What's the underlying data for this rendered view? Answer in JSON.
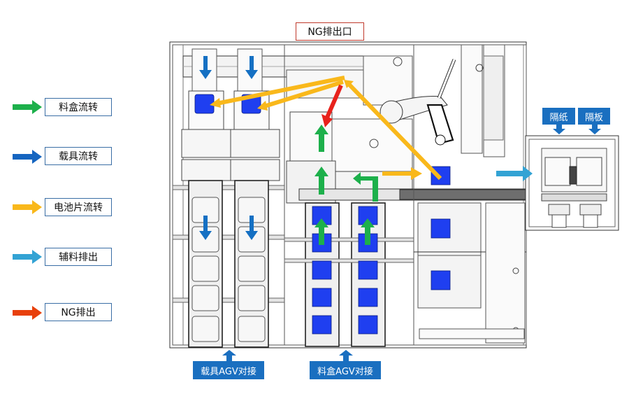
{
  "legend": {
    "items": [
      {
        "label": "料盒流转",
        "color": "#1db04b",
        "icon": "green-arrow-icon"
      },
      {
        "label": "载具流转",
        "color": "#1565c0",
        "icon": "blue-arrow-icon"
      },
      {
        "label": "电池片流转",
        "color": "#f9b81b",
        "icon": "yellow-arrow-icon"
      },
      {
        "label": "辅料排出",
        "color": "#33a3d4",
        "icon": "light-blue-arrow-icon"
      },
      {
        "label": "NG排出",
        "color": "#e8400c",
        "icon": "red-arrow-icon"
      }
    ]
  },
  "callouts": {
    "ng_exit": "NG排出口",
    "separator_paper": "隔纸",
    "separator_board": "隔板",
    "carrier_agv": "载具AGV对接",
    "magazine_agv": "料盒AGV对接"
  },
  "colors": {
    "green": "#1db04b",
    "blue": "#1565c0",
    "yellow": "#f9b81b",
    "light_blue": "#33a3d4",
    "red": "#e8221c",
    "cell_blue": "#1f3ff0",
    "tag_blue": "#1a6fc0",
    "frame_line": "#333333"
  }
}
